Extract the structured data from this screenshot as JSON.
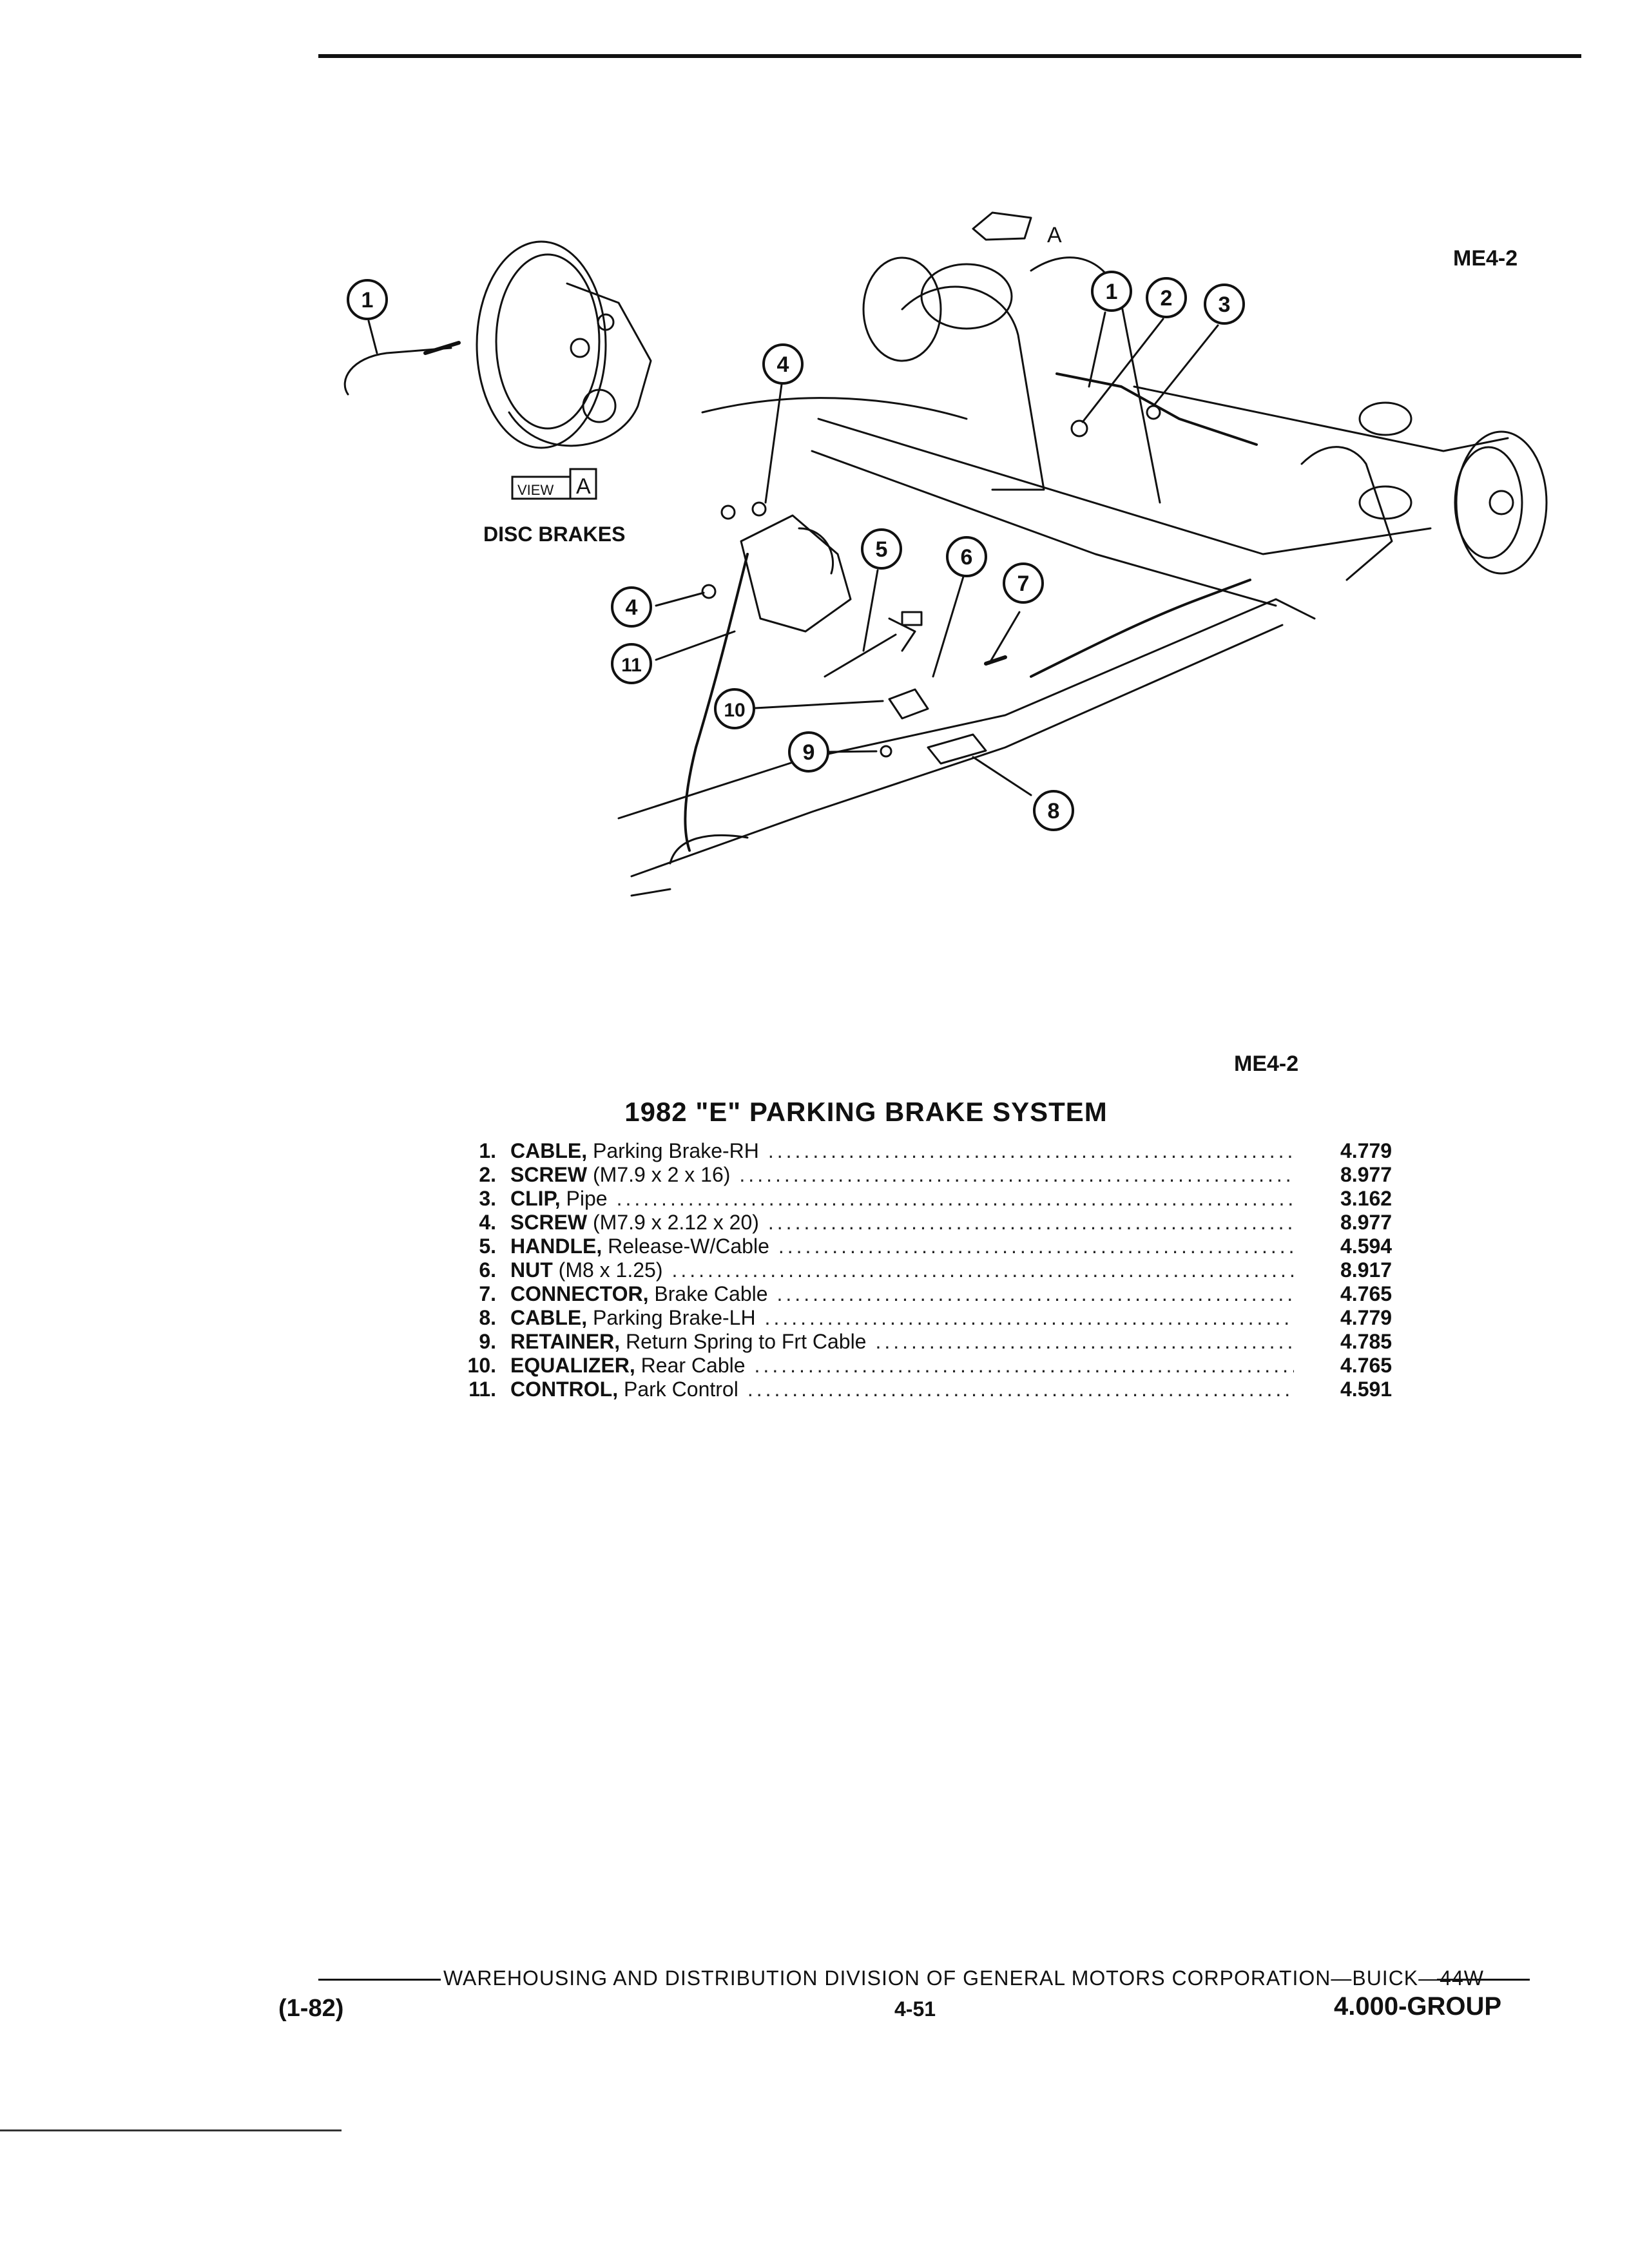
{
  "figure": {
    "code_top": "ME4-2",
    "code_bottom": "ME4-2",
    "view_label_prefix": "VIEW",
    "view_label_letter": "A",
    "view_arrow_letter": "A",
    "disc_brakes_label": "DISC BRAKES",
    "callouts": [
      "1",
      "2",
      "3",
      "4",
      "5",
      "6",
      "7",
      "8",
      "9",
      "10",
      "11"
    ]
  },
  "title": "1982 \"E\" PARKING BRAKE SYSTEM",
  "parts": [
    {
      "num": "1.",
      "name": "CABLE,",
      "desc": "Parking Brake-RH",
      "code": "4.779"
    },
    {
      "num": "2.",
      "name": "SCREW",
      "desc": "(M7.9 x 2 x 16)",
      "code": "8.977"
    },
    {
      "num": "3.",
      "name": "CLIP,",
      "desc": "Pipe",
      "code": "3.162"
    },
    {
      "num": "4.",
      "name": "SCREW",
      "desc": "(M7.9 x 2.12 x 20)",
      "code": "8.977"
    },
    {
      "num": "5.",
      "name": "HANDLE,",
      "desc": "Release-W/Cable",
      "code": "4.594"
    },
    {
      "num": "6.",
      "name": "NUT",
      "desc": "(M8 x 1.25)",
      "code": "8.917"
    },
    {
      "num": "7.",
      "name": "CONNECTOR,",
      "desc": "Brake Cable",
      "code": "4.765"
    },
    {
      "num": "8.",
      "name": "CABLE,",
      "desc": "Parking Brake-LH",
      "code": "4.779"
    },
    {
      "num": "9.",
      "name": "RETAINER,",
      "desc": "Return Spring to Frt Cable",
      "code": "4.785"
    },
    {
      "num": "10.",
      "name": "EQUALIZER,",
      "desc": "Rear Cable",
      "code": "4.765"
    },
    {
      "num": "11.",
      "name": "CONTROL,",
      "desc": "Park Control",
      "code": "4.591"
    }
  ],
  "footer": {
    "division": "WAREHOUSING AND DISTRIBUTION  DIVISION OF GENERAL MOTORS CORPORATION—BUICK—44W",
    "date": "(1-82)",
    "page": "4-51",
    "group": "4.000-GROUP"
  }
}
